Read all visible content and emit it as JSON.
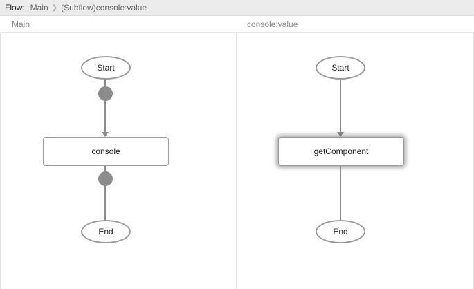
{
  "header": {
    "flow_label": "Flow:",
    "breadcrumbs": [
      "Main",
      "(Subflow)console:value"
    ]
  },
  "panels": {
    "main": {
      "title": "Main",
      "nodes": {
        "start": "Start",
        "step": "console",
        "end": "End"
      }
    },
    "subflow": {
      "title": "console:value",
      "nodes": {
        "start": "Start",
        "step": "getComponent",
        "end": "End"
      }
    }
  },
  "colors": {
    "edge": "#8c8c8c",
    "breakpoint": "#8c8c8c",
    "node_border": "#9a9a9a",
    "header_bg": "#ececec"
  }
}
